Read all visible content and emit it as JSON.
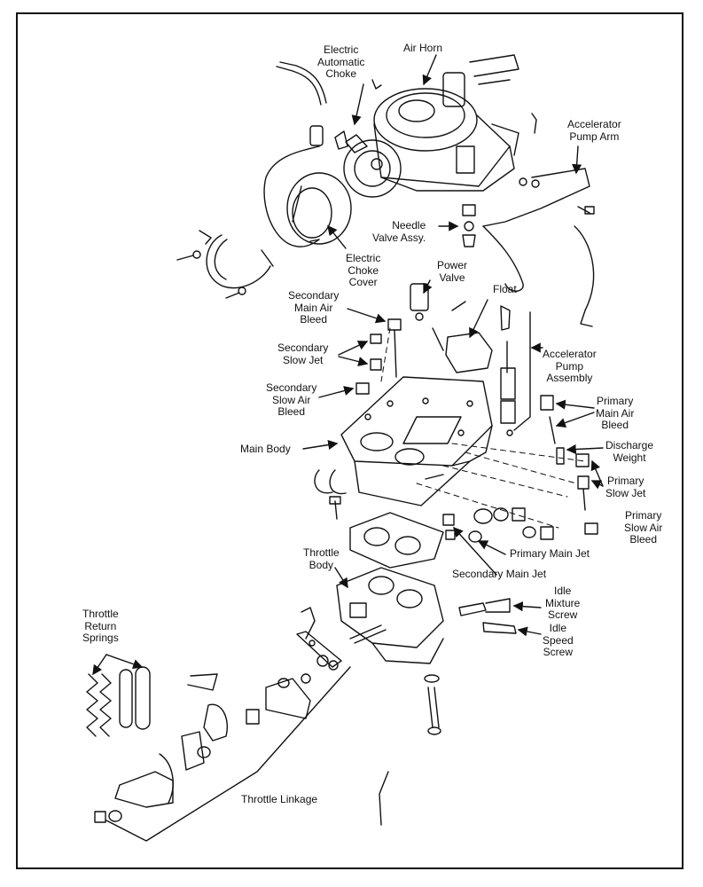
{
  "labels": {
    "air_horn": "Air Horn",
    "electric_automatic_choke": "Electric\nAutomatic\nChoke",
    "accelerator_pump_arm": "Accelerator\nPump Arm",
    "needle_valve_assy": "Needle\nValve Assy.",
    "electric_choke_cover": "Electric\nChoke\nCover",
    "power_valve": "Power\nValve",
    "float": "Float",
    "secondary_main_air_bleed": "Secondary\nMain Air\nBleed",
    "secondary_slow_jet": "Secondary\nSlow Jet",
    "accelerator_pump_assembly": "Accelerator\nPump\nAssembly",
    "secondary_slow_air_bleed": "Secondary\nSlow Air\nBleed",
    "primary_main_air_bleed": "Primary\nMain Air\nBleed",
    "main_body": "Main Body",
    "discharge_weight": "Discharge\nWeight",
    "primary_slow_jet": "Primary\nSlow Jet",
    "primary_slow_air_bleed": "Primary\nSlow Air\nBleed",
    "primary_main_jet": "Primary Main Jet",
    "throttle_body": "Throttle\nBody",
    "secondary_main_jet": "Secondary Main Jet",
    "idle_mixture_screw": "Idle\nMixture\nScrew",
    "throttle_return_springs": "Throttle\nReturn\nSprings",
    "idle_speed_screw": "Idle\nSpeed\nScrew",
    "throttle_linkage": "Throttle Linkage"
  },
  "colors": {
    "ink": "#111111",
    "paper": "#ffffff"
  }
}
